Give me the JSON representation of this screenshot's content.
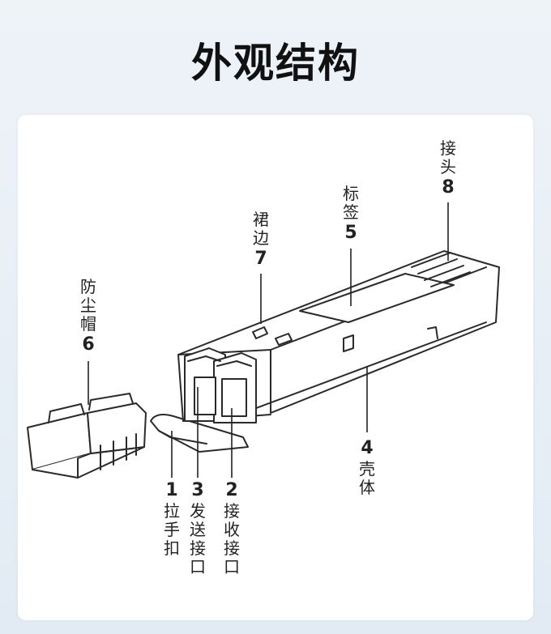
{
  "title": "外观结构",
  "parts": {
    "p1": {
      "num": "1",
      "chars": [
        "拉",
        "手",
        "扣"
      ]
    },
    "p2": {
      "num": "2",
      "chars": [
        "接",
        "收",
        "接",
        "口"
      ]
    },
    "p3": {
      "num": "3",
      "chars": [
        "发",
        "送",
        "接",
        "口"
      ]
    },
    "p4": {
      "num": "4",
      "chars": [
        "壳",
        "体"
      ]
    },
    "p5": {
      "chars": [
        "标",
        "签"
      ],
      "num": "5"
    },
    "p6": {
      "chars": [
        "防",
        "尘",
        "帽"
      ],
      "num": "6"
    },
    "p7": {
      "chars": [
        "裙",
        "边"
      ],
      "num": "7"
    },
    "p8": {
      "chars": [
        "接",
        "头"
      ],
      "num": "8"
    }
  }
}
